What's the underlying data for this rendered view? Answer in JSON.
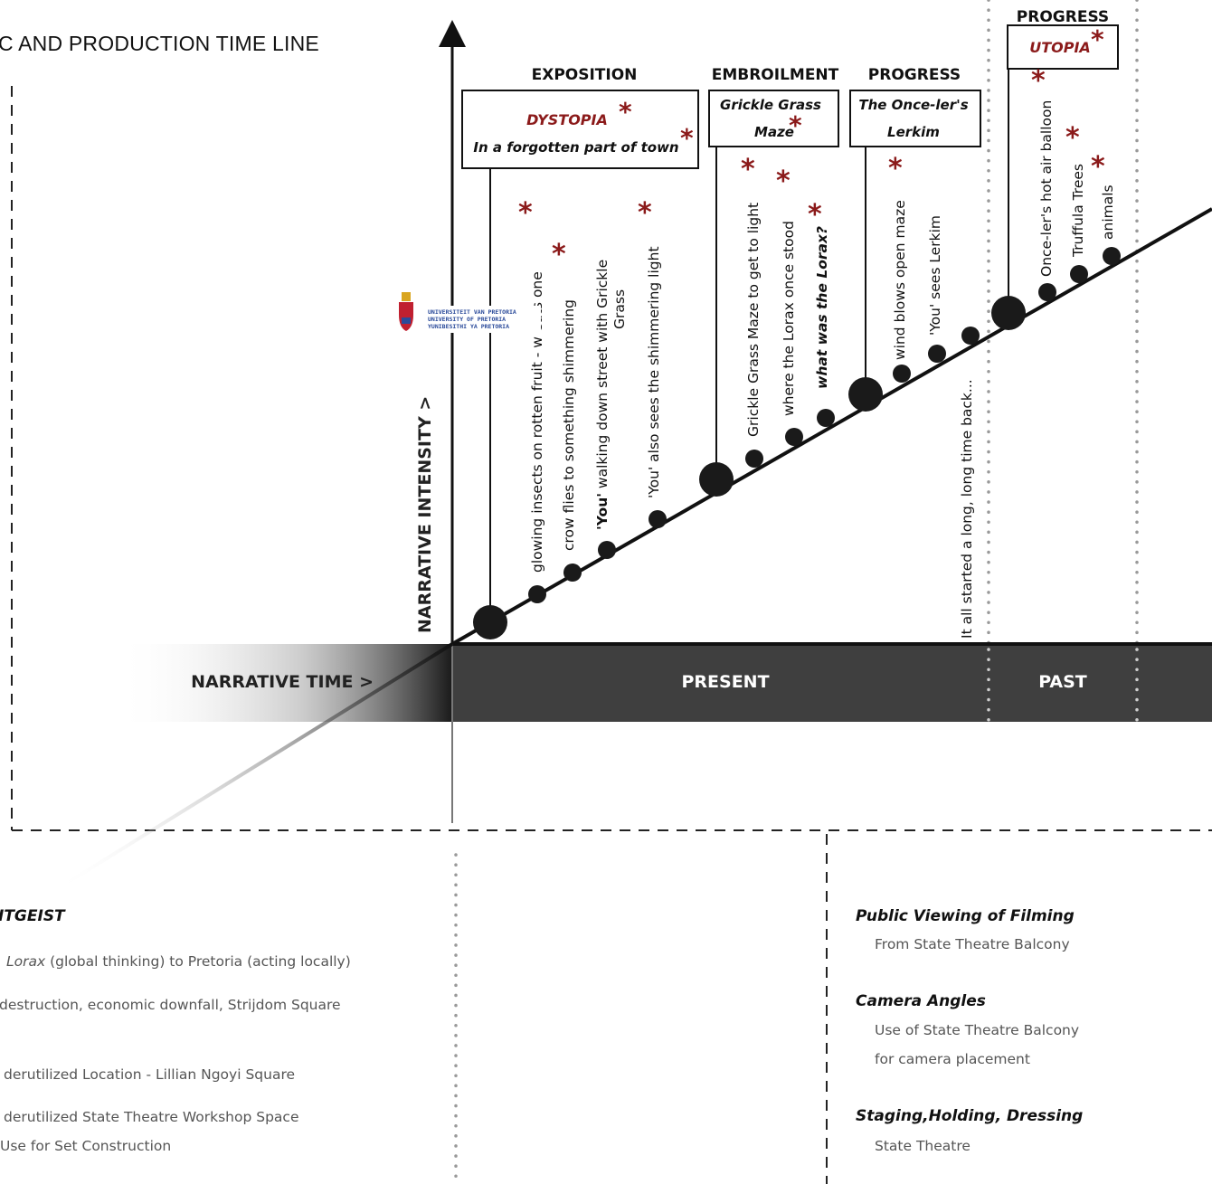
{
  "title": "C AND PRODUCTION TIME LINE",
  "axes": {
    "y_label": "NARRATIVE INTENSITY >",
    "x_label": "NARRATIVE TIME >"
  },
  "bands": {
    "present": "PRESENT",
    "past": "PAST"
  },
  "stages": {
    "exposition": {
      "header": "EXPOSITION",
      "line1": "DYSTOPIA",
      "line2": "In a forgotten part of town"
    },
    "embroilment": {
      "header": "EMBROILMENT",
      "line1": "Grickle Grass",
      "line2": "Maze"
    },
    "progress": {
      "header": "PROGRESS",
      "line1": "The Once-ler's",
      "line2": "Lerkim"
    },
    "progress_past": {
      "header": "PROGRESS",
      "line1": "UTOPIA"
    }
  },
  "events": {
    "e1": "glowing insects on rotten fruit - w eats one",
    "e2": "crow flies to something shimmering",
    "e3a": "'You'",
    "e3b": " walking down street with Grickle",
    "e3c": "Grass",
    "e4": "'You' also sees the shimmering light",
    "e5": "Grickle Grass Maze  to get to light",
    "e6": "where the Lorax once stood",
    "e7": "what was the Lorax?",
    "e8": "wind blows open maze",
    "e9": "'You' sees Lerkim",
    "e10": "It all started a long, long time back...",
    "e11": "Once-ler's hot air balloon",
    "e12": "Truffula Trees",
    "e13": "animals"
  },
  "logo": {
    "line1": "UNIVERSITEIT VAN PRETORIA",
    "line2": "UNIVERSITY OF PRETORIA",
    "line3": "YUNIBESITHI YA PRETORIA"
  },
  "notes": {
    "zeitgeist": {
      "heading": "ITGEIST",
      "l1a": "Lorax",
      "l1b": " (global thinking) to Pretoria (acting locally)",
      "l2": " destruction, economic downfall, Strijdom Square",
      "l3": "derutilized Location - Lillian Ngoyi Square",
      "l4": "derutilized State Theatre Workshop Space",
      "l5": "Use for Set Construction"
    },
    "production": {
      "h1": "Public Viewing of Filming",
      "t1": "From State Theatre Balcony",
      "h2": "Camera Angles",
      "t2a": "Use  of  State  Theatre  Balcony",
      "t2b": "for camera placement",
      "h3": "Staging,Holding, Dressing",
      "t3": "State Theatre"
    }
  },
  "colors": {
    "accent_red": "#8b1a1a",
    "band_dark": "#3f3f3f",
    "line": "#111111"
  }
}
